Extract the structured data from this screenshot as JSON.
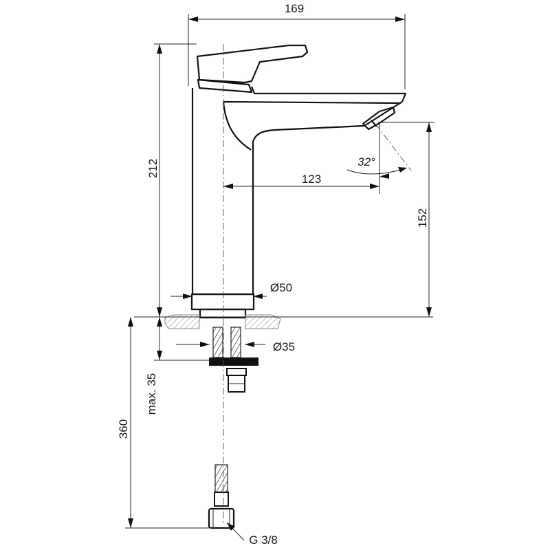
{
  "dimensions": {
    "width_top": "169",
    "height_total": "212",
    "spout_reach": "123",
    "spout_height": "152",
    "body_diameter": "Ø50",
    "hole_diameter": "Ø35",
    "max_deck": "max. 35",
    "hose_length": "360",
    "angle": "32°",
    "connection": "G 3/8"
  }
}
